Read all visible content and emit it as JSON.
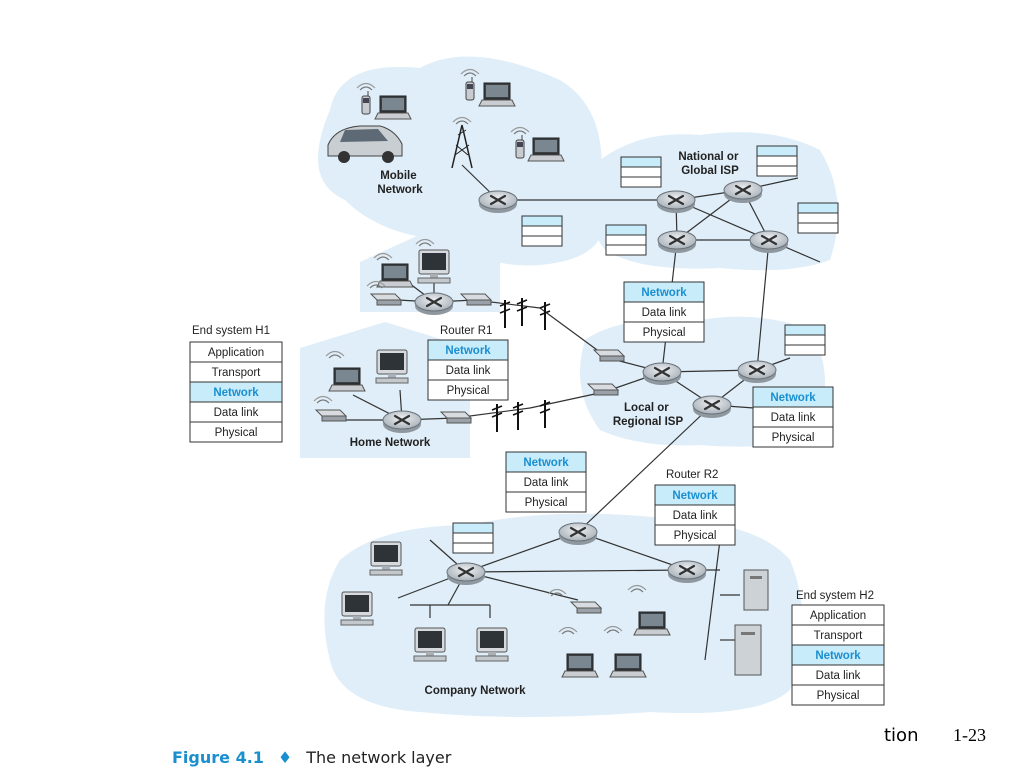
{
  "labels": {
    "mobile_network": [
      "Mobile",
      "Network"
    ],
    "national_isp": [
      "National or",
      "Global ISP"
    ],
    "home_network": "Home Network",
    "local_isp": [
      "Local or",
      "Regional ISP"
    ],
    "company_network": "Company Network",
    "end_system_h1": "End system H1",
    "end_system_h2": "End system H2",
    "router_r1": "Router R1",
    "router_r2": "Router R2"
  },
  "layers": {
    "application": "Application",
    "transport": "Transport",
    "network": "Network",
    "data_link": "Data link",
    "physical": "Physical"
  },
  "caption": {
    "figure": "Figure 4.1",
    "text": "The network layer"
  },
  "footer": {
    "chapter_fragment": "tion",
    "slide_number": "1-23"
  },
  "colors": {
    "cloud": "#dfeef8",
    "network_highlight": "#c9ecfb",
    "network_text": "#1a8fd0",
    "router_fill": "#c8cdd2",
    "line": "#333333"
  }
}
